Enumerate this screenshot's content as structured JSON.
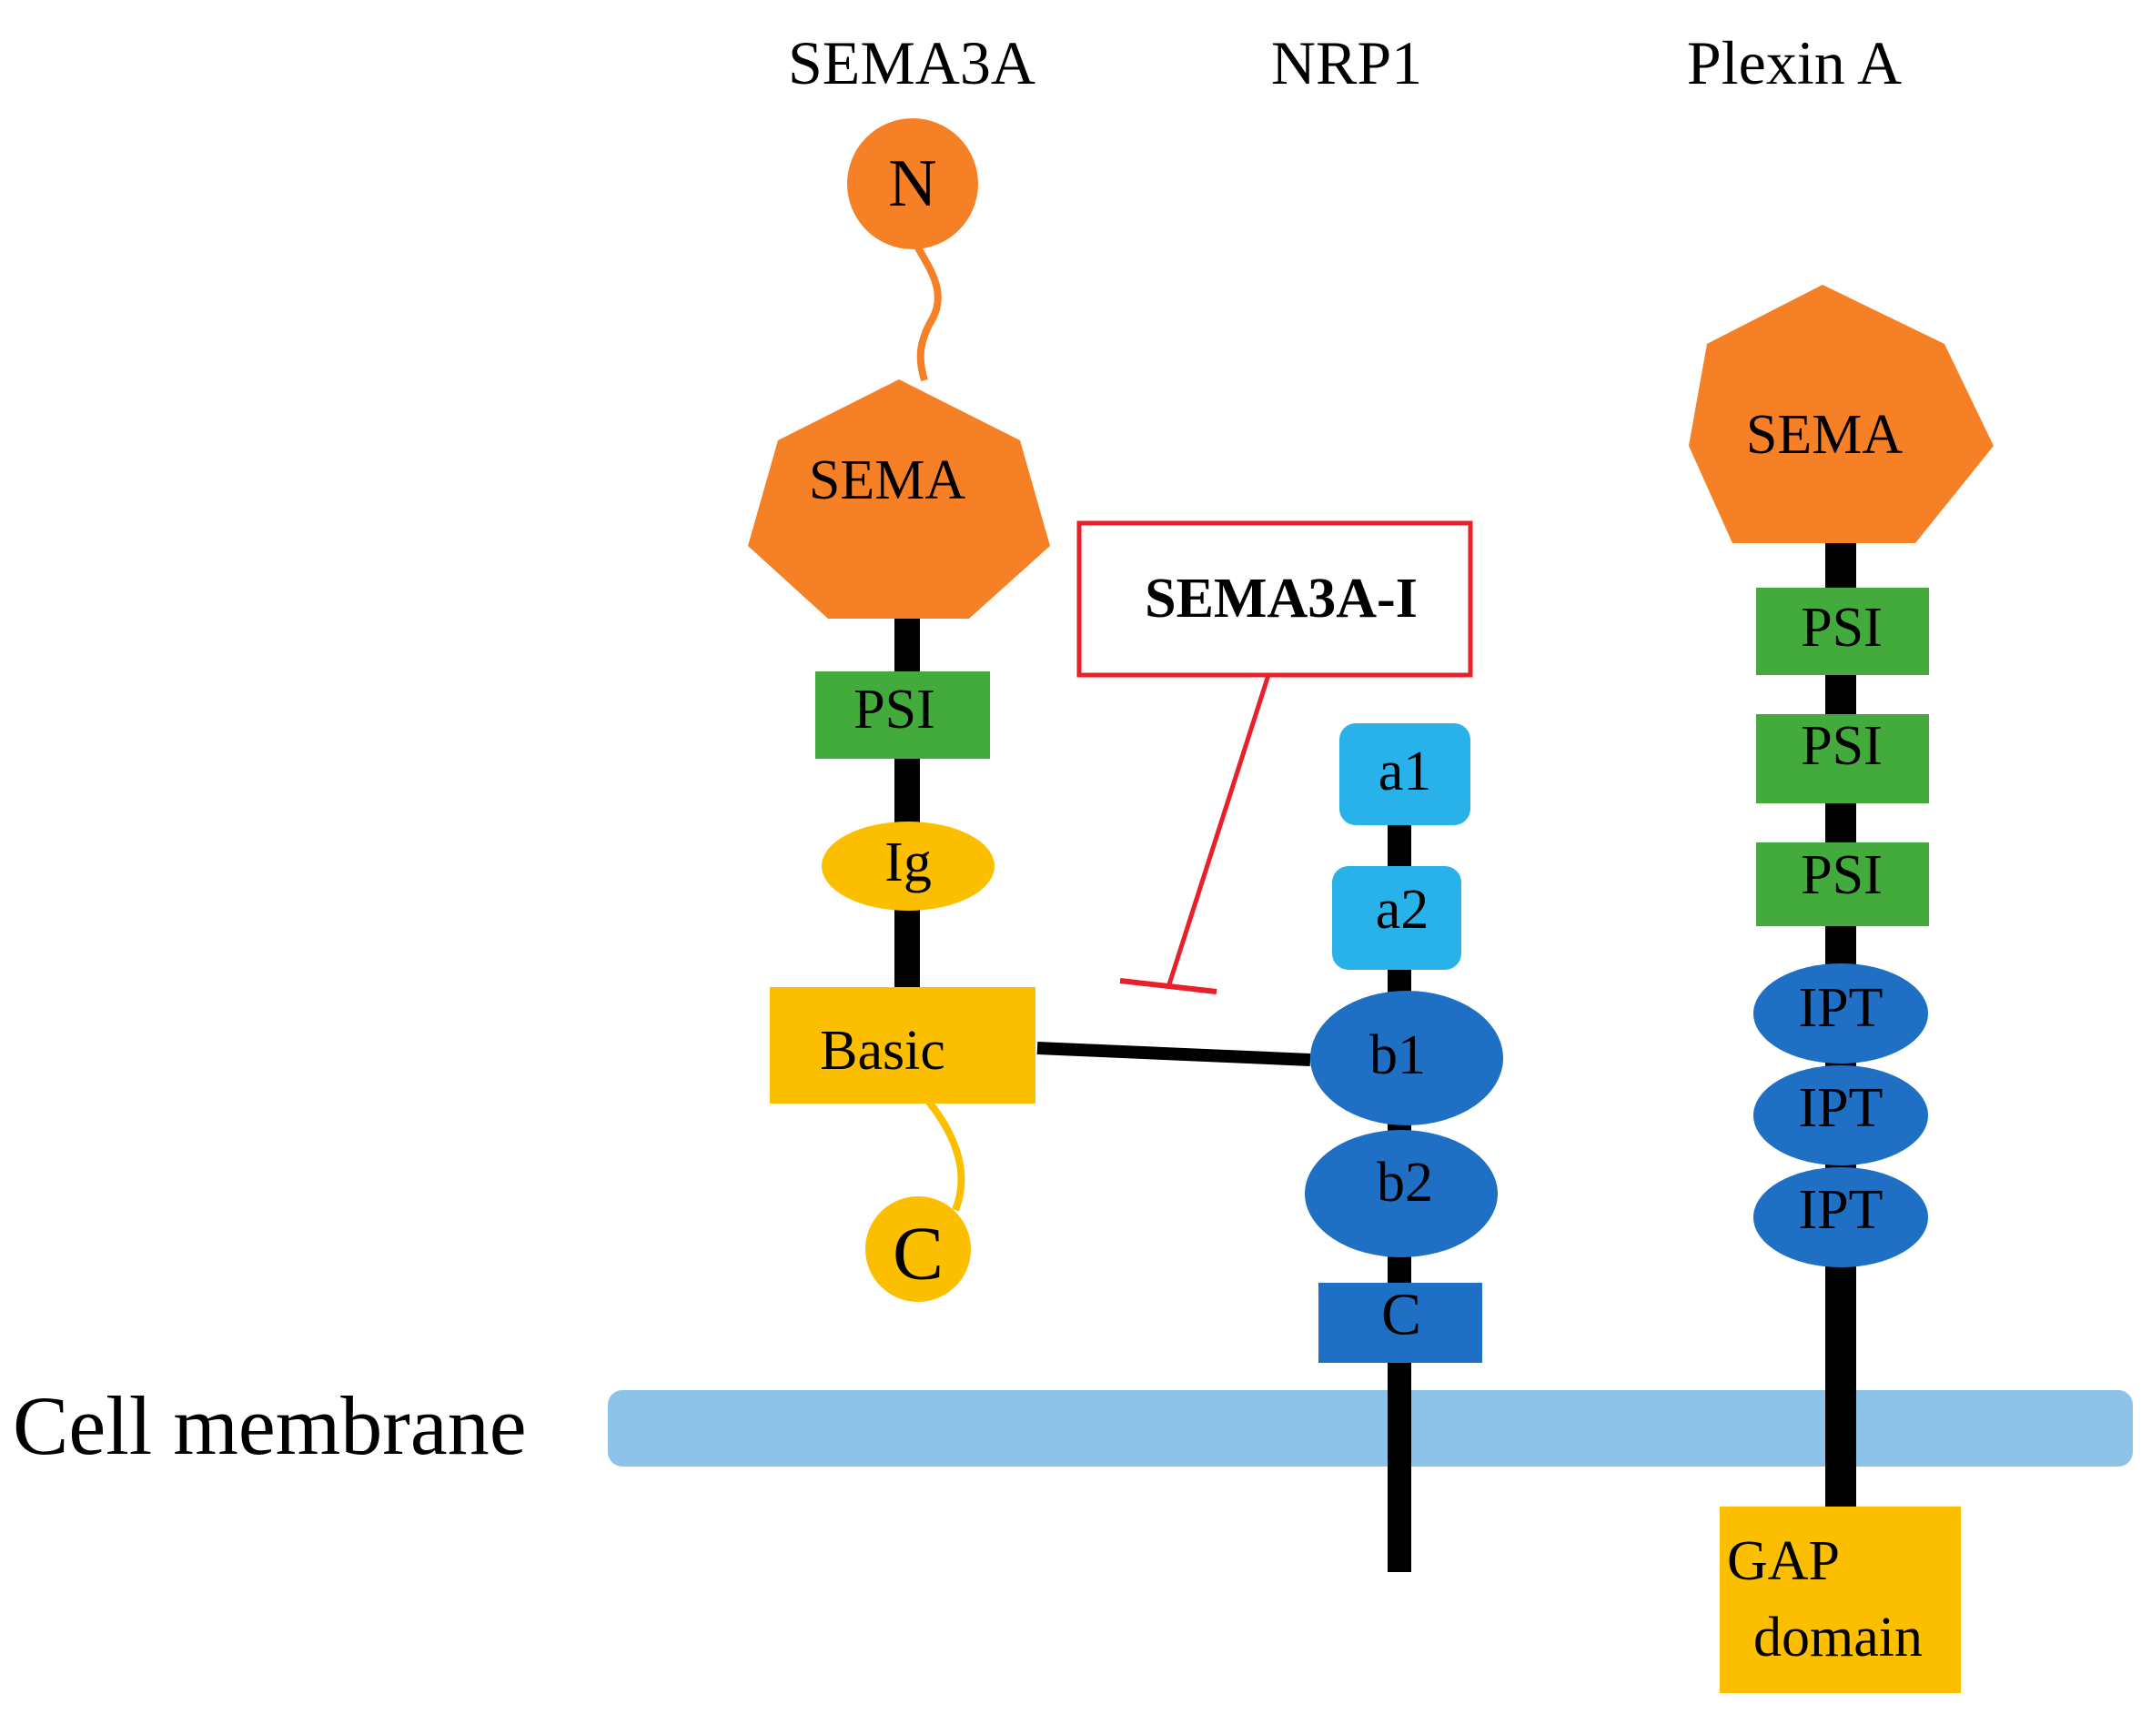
{
  "colors": {
    "sema": "#f58025",
    "psi": "#43aa3c",
    "yellow": "#fcbf00",
    "light_blue": "#29b2ea",
    "blue": "#1f6fc5",
    "membrane": "#8dc3e8",
    "inhibitor": "#e8202a",
    "backbone": "#000000"
  },
  "headers": {
    "sema3a": "SEMA3A",
    "nrp1": "NRP1",
    "plexin_a": "Plexin A"
  },
  "sema3a": {
    "n_terminus": "N",
    "sema": "SEMA",
    "psi": "PSI",
    "ig": "Ig",
    "basic": "Basic",
    "c_terminus": "C"
  },
  "nrp1": {
    "a1": "a1",
    "a2": "a2",
    "b1": "b1",
    "b2": "b2",
    "c": "C"
  },
  "plexin_a": {
    "sema": "SEMA",
    "psi_1": "PSI",
    "psi_2": "PSI",
    "psi_3": "PSI",
    "ipt_1": "IPT",
    "ipt_2": "IPT",
    "ipt_3": "IPT",
    "gap_line1": "GAP",
    "gap_line2": "domain"
  },
  "membrane": {
    "label": "Cell membrane"
  },
  "inhibitor": {
    "label": "SEMA3A-I"
  }
}
